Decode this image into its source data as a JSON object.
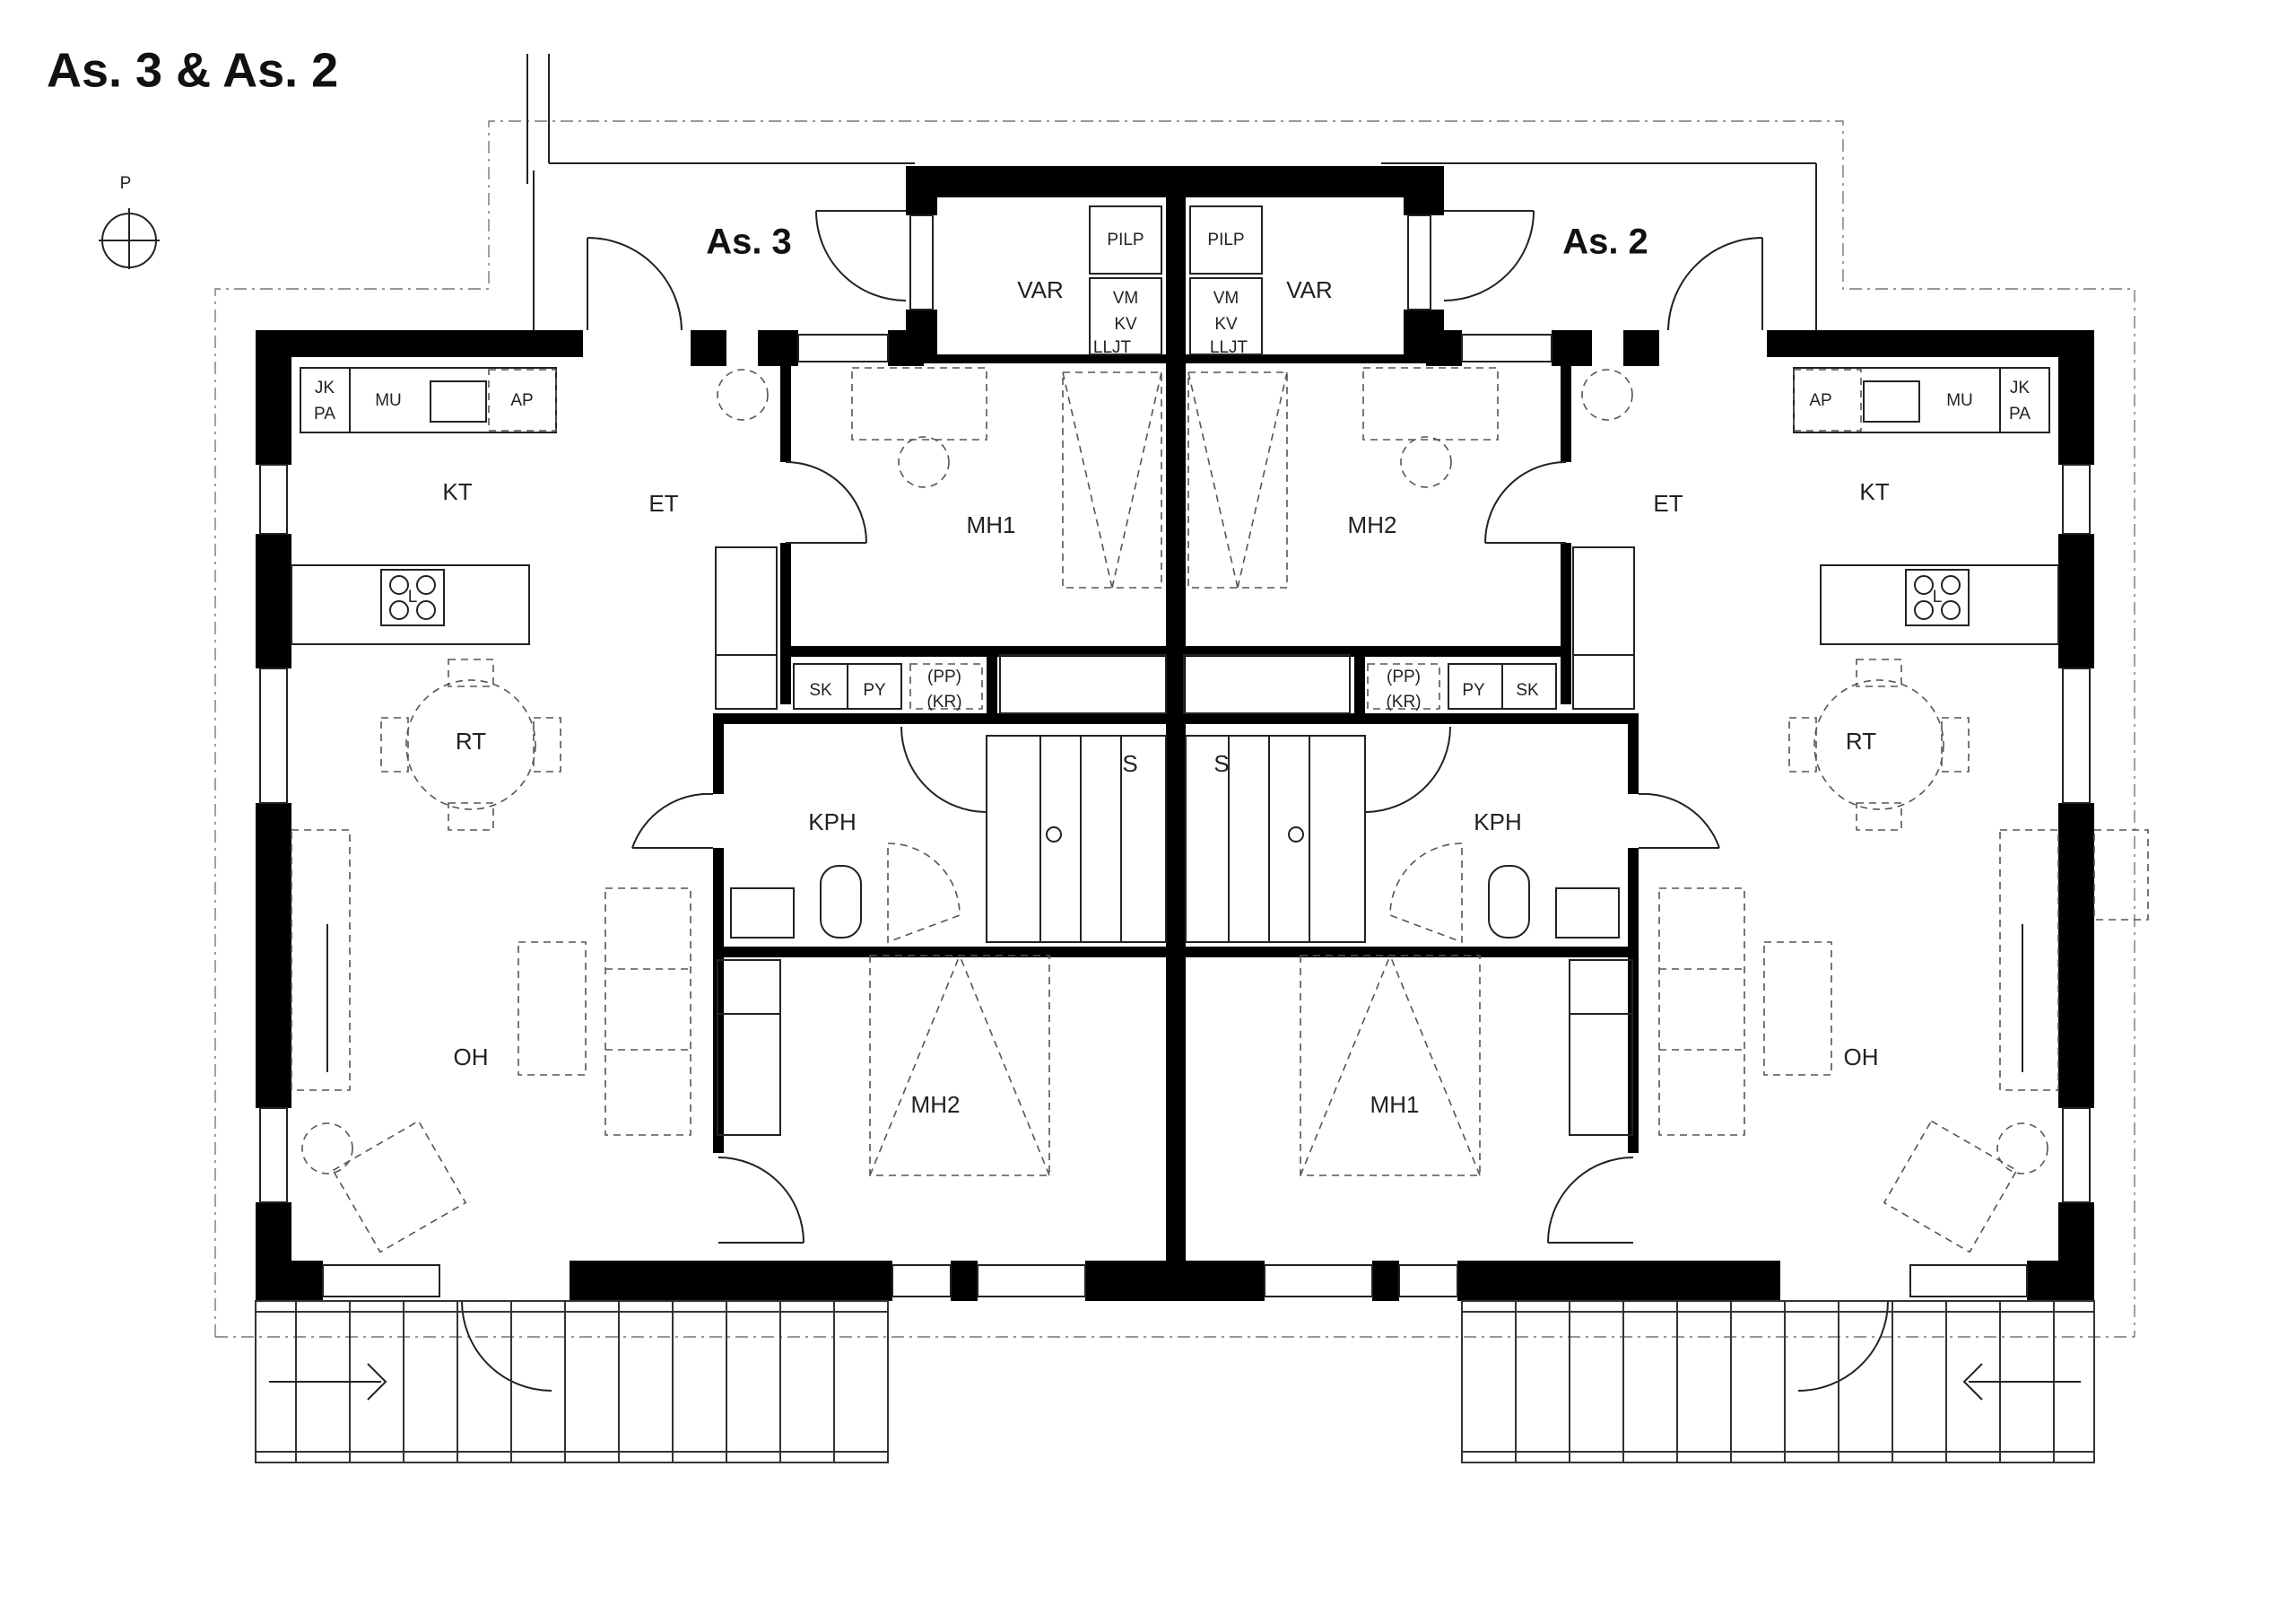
{
  "title": "As. 3 & As. 2",
  "north_label": "P",
  "units": {
    "left": "As. 3",
    "right": "As. 2"
  },
  "rooms": {
    "var": "VAR",
    "kt": "KT",
    "et": "ET",
    "rt": "RT",
    "oh": "OH",
    "mh1": "MH1",
    "mh2": "MH2",
    "kph": "KPH",
    "s": "S"
  },
  "fixtures": {
    "jk": "JK",
    "pa": "PA",
    "mu": "MU",
    "ap": "AP",
    "pilp": "PILP",
    "vm": "VM",
    "kv": "KV",
    "lljt": "LLJT",
    "sk": "SK",
    "py": "PY",
    "pp": "(PP)",
    "kr": "(KR)",
    "l": "L"
  },
  "colors": {
    "wall": "#000000",
    "line": "#222222",
    "background": "#ffffff"
  }
}
